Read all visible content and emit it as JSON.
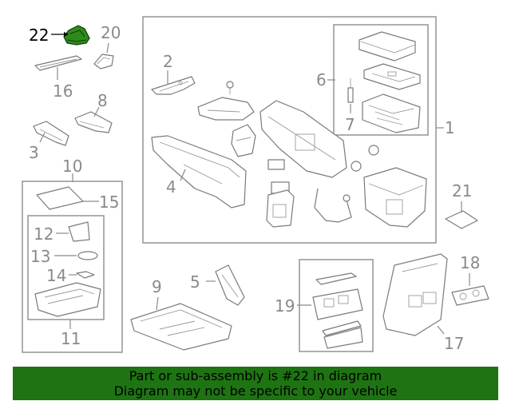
{
  "diagram": {
    "callouts": [
      {
        "id": "22",
        "highlighted": true
      },
      {
        "id": "20"
      },
      {
        "id": "16"
      },
      {
        "id": "2"
      },
      {
        "id": "8"
      },
      {
        "id": "3"
      },
      {
        "id": "6"
      },
      {
        "id": "7"
      },
      {
        "id": "1"
      },
      {
        "id": "4"
      },
      {
        "id": "10"
      },
      {
        "id": "15"
      },
      {
        "id": "12"
      },
      {
        "id": "13"
      },
      {
        "id": "14"
      },
      {
        "id": "11"
      },
      {
        "id": "21"
      },
      {
        "id": "9"
      },
      {
        "id": "5"
      },
      {
        "id": "19"
      },
      {
        "id": "18"
      },
      {
        "id": "17"
      }
    ],
    "highlight_color": "#2f8a1a"
  },
  "banner": {
    "line1": "Part or sub-assembly is #22 in diagram",
    "line2": "Diagram may not be specific to your vehicle",
    "background": "#1e7412"
  }
}
